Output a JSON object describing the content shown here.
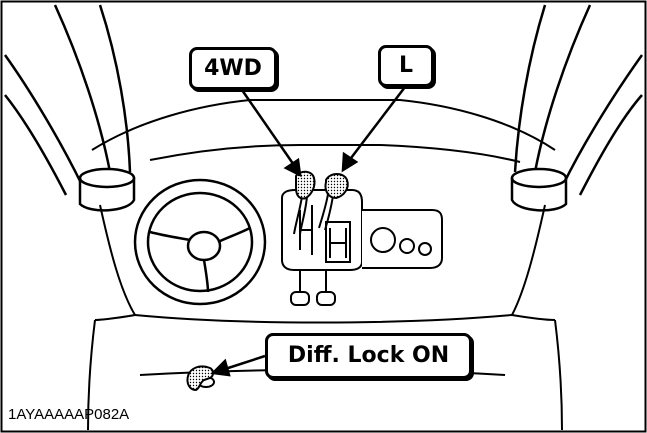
{
  "callouts": {
    "four_wd": "4WD",
    "low_range": "L",
    "diff_lock": "Diff. Lock ON"
  },
  "figure_code": "1AYAAAAAP082A",
  "colors": {
    "line": "#000000",
    "background": "#ffffff",
    "stipple": "#bfbfbf"
  }
}
